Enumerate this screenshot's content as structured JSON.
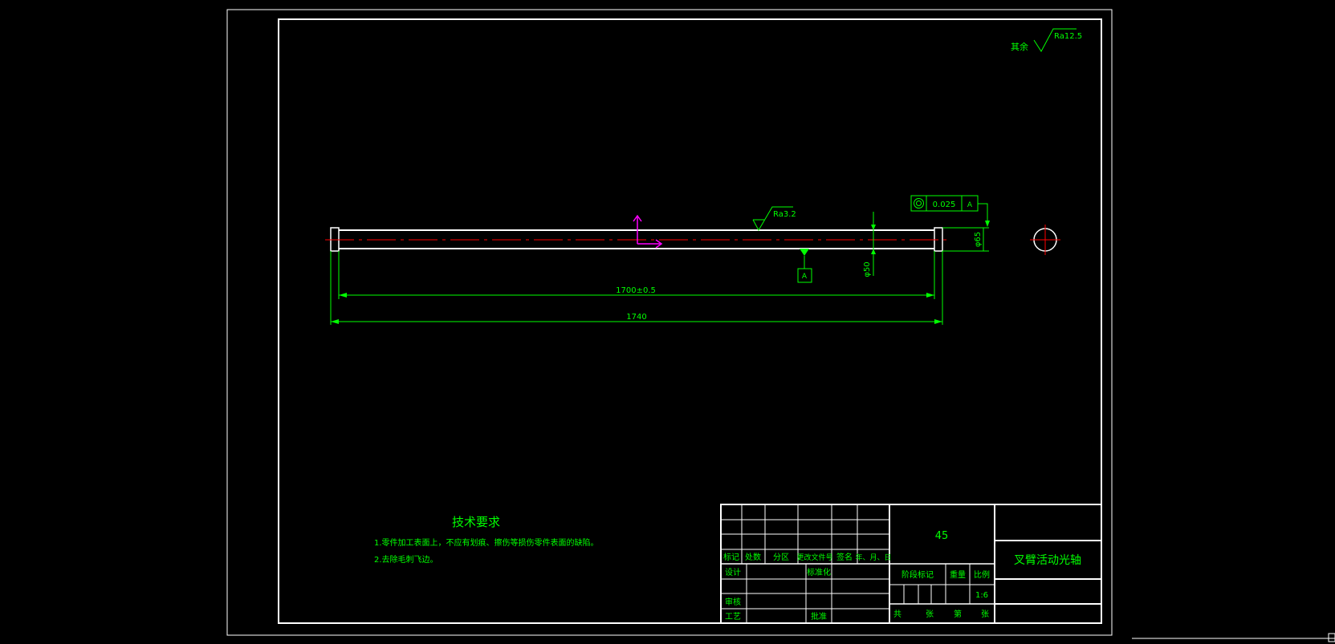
{
  "colors": {
    "background": "#000000",
    "frame": "#ffffff",
    "dimension": "#00ff00",
    "centerline": "#ff0000",
    "ucs": "#ff00ff"
  },
  "surface_finish": {
    "general_prefix": "其余",
    "general_value": "Ra12.5",
    "shaft_value": "Ra3.2"
  },
  "tolerance_frame": {
    "symbol": "concentricity",
    "value": "0.025",
    "datum": "A"
  },
  "datum_label": "A",
  "dimensions": {
    "diameter_right": "φ65",
    "diameter_body": "φ50",
    "length_inner": "1700±0.5",
    "length_total": "1740"
  },
  "tech_requirements": {
    "title": "技术要求",
    "items": [
      "1.零件加工表面上，不应有划痕、擦伤等损伤零件表面的缺陷。",
      "2.去除毛刺飞边。"
    ]
  },
  "title_block": {
    "material": "45",
    "part_name": "叉臂活动光轴",
    "revision_headers": [
      "标记",
      "处数",
      "分区",
      "更改文件号",
      "签名",
      "年、月、日"
    ],
    "design": "设计",
    "standardization": "标准化",
    "review": "审核",
    "process": "工艺",
    "approve": "批准",
    "stage_mark": "阶段标记",
    "weight": "重量",
    "scale": "比例",
    "scale_value": "1:6",
    "sheet_total": "共",
    "sheet_unit": "张",
    "sheet_no": "第",
    "sheet_unit2": "张"
  }
}
